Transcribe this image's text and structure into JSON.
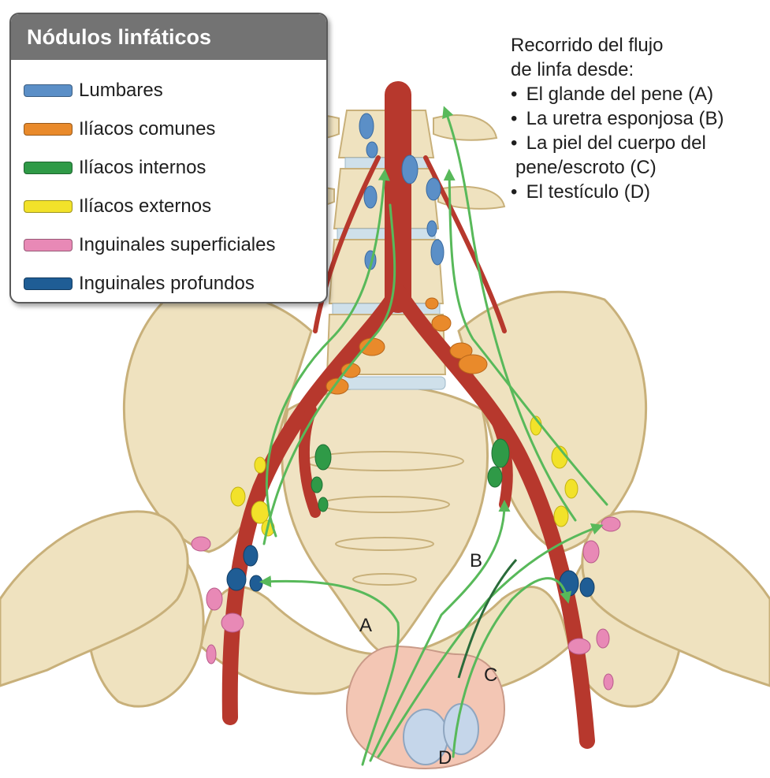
{
  "legend": {
    "title": "Nódulos linfáticos",
    "items": [
      {
        "label": "Lumbares",
        "color": "#5b8fc7"
      },
      {
        "label": "Ilíacos comunes",
        "color": "#e98a2b"
      },
      {
        "label": "Ilíacos internos",
        "color": "#2f9a47"
      },
      {
        "label": "Ilíacos externos",
        "color": "#f2e22a"
      },
      {
        "label": "Inguinales superficiales",
        "color": "#e889b6"
      },
      {
        "label": "Inguinales profundos",
        "color": "#1f5d95"
      }
    ]
  },
  "route": {
    "title_line1": "Recorrido del flujo",
    "title_line2": "de linfa desde:",
    "bullet": "•",
    "items": [
      {
        "text": "El glande del pene (A)"
      },
      {
        "text": "La uretra esponjosa (B)"
      },
      {
        "line1": "La piel del cuerpo del",
        "line2": "pene/escroto (C)"
      },
      {
        "text": "El testículo (D)"
      }
    ]
  },
  "markers": {
    "a": "A",
    "b": "B",
    "c": "C",
    "d": "D"
  },
  "colors": {
    "bone": "#efe2bf",
    "bone_outline": "#c8b07a",
    "artery": "#b7382d",
    "lymph_path": "#58b95a",
    "skin": "#f3c6b4"
  }
}
